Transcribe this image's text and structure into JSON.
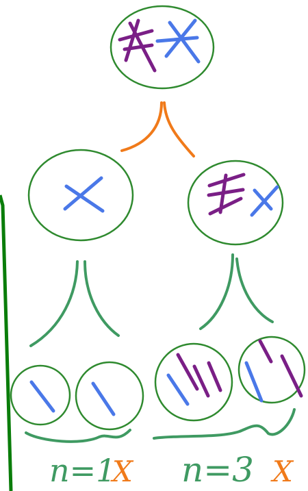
{
  "colors": {
    "cell_outline": "#2f8a2f",
    "divider_line": "#0a7d0a",
    "chromosome_blue": "#4a78e8",
    "chromosome_purple": "#7a1f86",
    "split_orange": "#f07a1a",
    "split_green": "#3f9a62",
    "label_orange": "#f07a1a",
    "label_green": "#3f9a62"
  },
  "labels": {
    "left_count": "n=1",
    "left_mark": "X",
    "right_count": "n=3",
    "right_mark": "X"
  }
}
